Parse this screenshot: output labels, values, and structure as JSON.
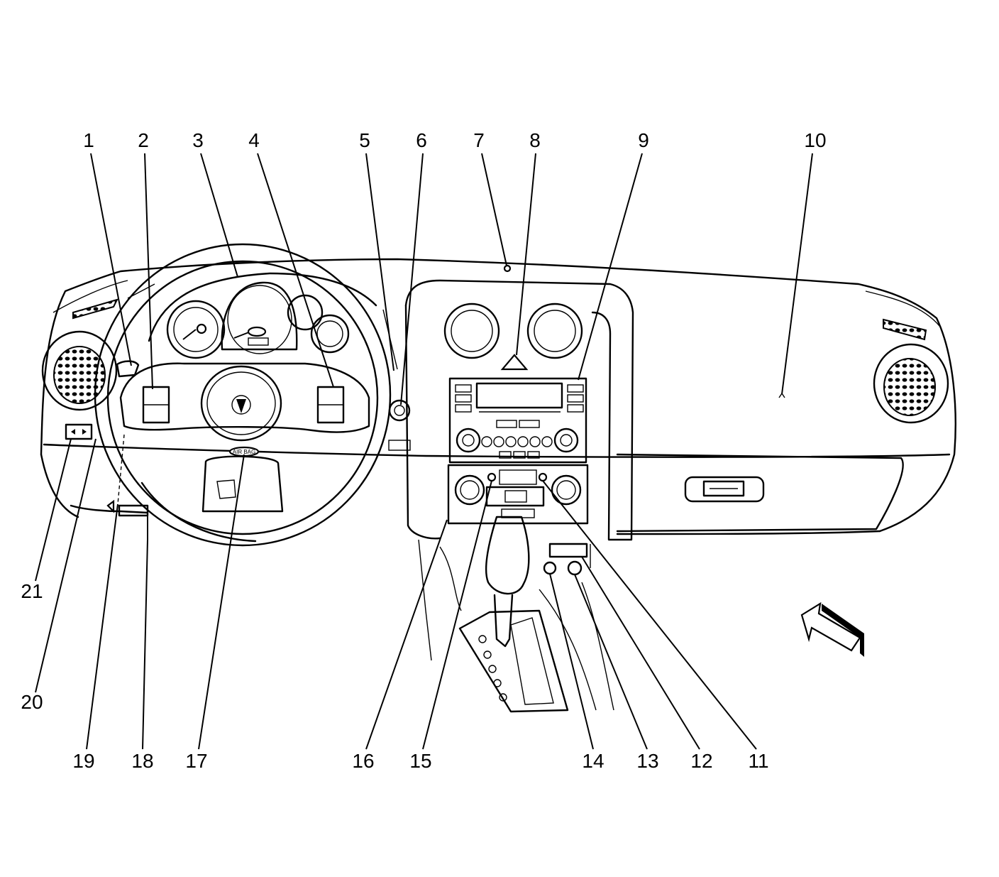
{
  "diagram": {
    "callouts_top": [
      "1",
      "2",
      "3",
      "4",
      "5",
      "6",
      "7",
      "8",
      "9",
      "10"
    ],
    "callouts_bottom": [
      "19",
      "18",
      "17",
      "16",
      "15",
      "14",
      "13",
      "12",
      "11"
    ],
    "callouts_left": [
      "21",
      "20"
    ],
    "airbag_label": "AIR BAG",
    "view_arrow": "view-direction-arrow-icon"
  }
}
